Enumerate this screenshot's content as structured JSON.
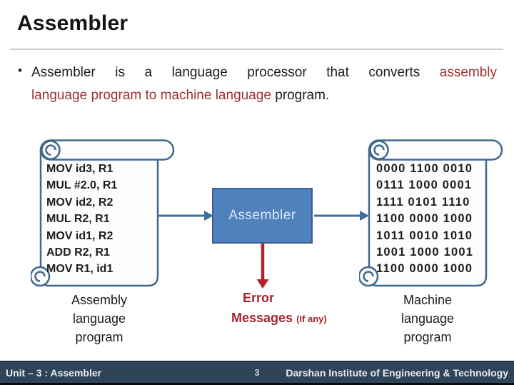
{
  "slide": {
    "title": "Assembler",
    "bullet_glyph": "•",
    "bullet": {
      "line1_black": "Assembler is a language processor that converts",
      "line1_red": "assembly",
      "line2_red": "language program to machine language",
      "line2_black": "program."
    }
  },
  "diagram": {
    "assembler_box_label": "Assembler",
    "left_scroll": {
      "lines": [
        "MOV id3, R1",
        "MUL #2.0, R1",
        "MOV id2, R2",
        "MUL R2, R1",
        "MOV id1, R2",
        "ADD R2, R1",
        "MOV R1, id1"
      ],
      "caption": "Assembly\nlanguage\nprogram"
    },
    "right_scroll": {
      "lines": [
        "0000 1100 0010",
        "0111 1000 0001",
        "1111 0101 1110",
        "1100 0000 1000",
        "1011 0010 1010",
        "1001 1000 1001",
        "1100 0000 1000"
      ],
      "caption": "Machine\nlanguage\nprogram"
    },
    "error_label_line1": "Error",
    "error_label_line2": "Messages",
    "error_label_suffix": "(If any)"
  },
  "footer": {
    "left": "Unit – 3 : Assembler",
    "page_number": "3",
    "right": "Darshan Institute of Engineering & Technology"
  },
  "colors": {
    "accent_blue": "#4f81bd",
    "accent_blue_dark": "#3a6191",
    "scroll_outline": "#40688f",
    "arrow_blue": "#3f6da0",
    "highlight_red": "#9c3132",
    "error_red": "#a4262c",
    "arrow_red": "#b2222a",
    "footer_bg": "#2f4459"
  }
}
